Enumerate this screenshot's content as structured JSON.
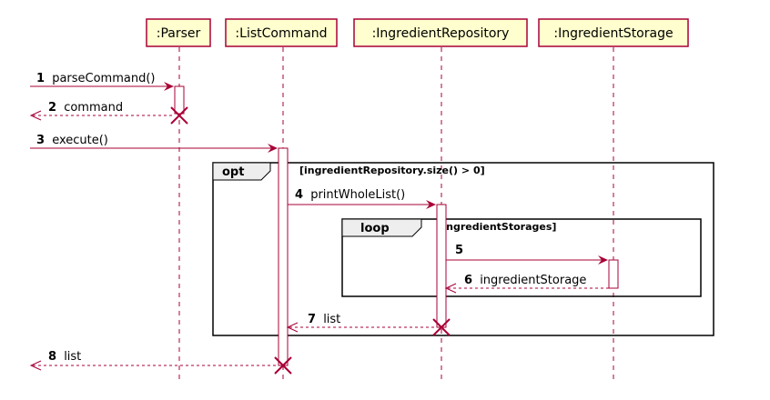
{
  "colors": {
    "participant_fill": "#FEFECE",
    "participant_border": "#A80036",
    "lifeline": "#A80036",
    "activation_fill": "#FFFFFF",
    "arrow": "#A80036",
    "frame_border": "#000000",
    "frame_tab_fill": "#EEEEEE"
  },
  "participants": [
    {
      "id": "parser",
      "label": ":Parser"
    },
    {
      "id": "listcommand",
      "label": ":ListCommand"
    },
    {
      "id": "ingredientrepository",
      "label": ":IngredientRepository"
    },
    {
      "id": "ingredientstorage",
      "label": ":IngredientStorage"
    }
  ],
  "messages": [
    {
      "num": "1",
      "text": "parseCommand()",
      "style": "sync"
    },
    {
      "num": "2",
      "text": "command",
      "style": "return"
    },
    {
      "num": "3",
      "text": "execute()",
      "style": "sync"
    },
    {
      "num": "4",
      "text": "printWholeList()",
      "style": "sync"
    },
    {
      "num": "5",
      "text": "",
      "style": "sync"
    },
    {
      "num": "6",
      "text": "ingredientStorage",
      "style": "return"
    },
    {
      "num": "7",
      "text": "list",
      "style": "return"
    },
    {
      "num": "8",
      "text": "list",
      "style": "return"
    }
  ],
  "frames": [
    {
      "kind": "opt",
      "guard": "[ingredientRepository.size() > 0]"
    },
    {
      "kind": "loop",
      "guard": "[IngredientStorages]"
    }
  ]
}
